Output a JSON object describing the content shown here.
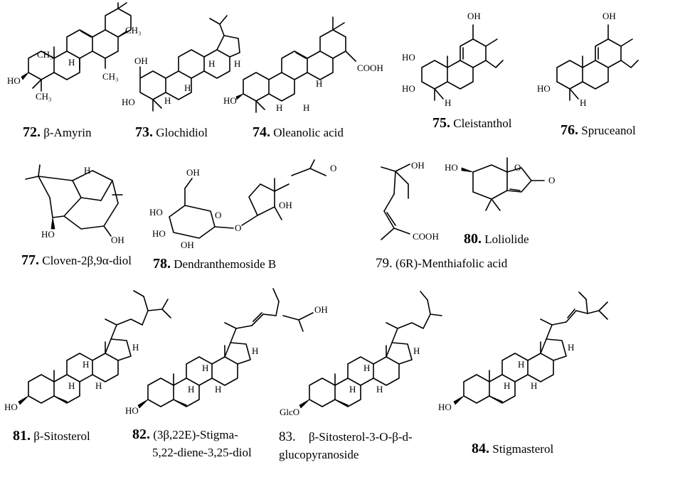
{
  "compounds": [
    {
      "num": "72.",
      "name": "β-Amyrin",
      "atoms": [
        "CH₃",
        "CH₃",
        "H",
        "CH₃",
        "HO",
        "CH₃"
      ]
    },
    {
      "num": "73.",
      "name": "Glochidiol",
      "atoms": [
        "OH",
        "H",
        "H",
        "HO",
        "H",
        "H"
      ]
    },
    {
      "num": "74.",
      "name": "Oleanolic acid",
      "atoms": [
        "COOH",
        "H",
        "HO",
        "H",
        "H"
      ]
    },
    {
      "num": "75.",
      "name": "Cleistanthol",
      "atoms": [
        "OH",
        "HO",
        "HO",
        "H"
      ]
    },
    {
      "num": "76.",
      "name": "Spruceanol",
      "atoms": [
        "OH",
        "HO",
        "H"
      ]
    },
    {
      "num": "77.",
      "name": "Cloven-2β,9α-diol",
      "atoms": [
        "H",
        "HO",
        "OH"
      ]
    },
    {
      "num": "78.",
      "name": "Dendranthemoside B",
      "atoms": [
        "OH",
        "HO",
        "HO",
        "OH",
        "O",
        "O",
        "OH",
        "O"
      ]
    },
    {
      "num": "79.",
      "name": "(6R)-Menthiafolic acid",
      "atoms": [
        "OH",
        "COOH"
      ]
    },
    {
      "num": "80.",
      "name": "Loliolide",
      "atoms": [
        "HO",
        "O",
        "O"
      ]
    },
    {
      "num": "81.",
      "name": "β-Sitosterol",
      "atoms": [
        "H",
        "H",
        "H",
        "HO",
        "H"
      ]
    },
    {
      "num": "82.",
      "name": "(3β,22E)-Stigma-5,22-diene-3,25-diol",
      "name_line1": "(3β,22E)-Stigma-",
      "name_line2": "5,22-diene-3,25-diol",
      "atoms": [
        "H",
        "OH",
        "H",
        "H",
        "HO",
        "H"
      ]
    },
    {
      "num": "83.",
      "name": "β-Sitosterol-3-O-β-d-glucopyranoside",
      "name_line1": "β-Sitosterol-3-O-β-d-",
      "name_line2": "glucopyranoside",
      "atoms": [
        "H",
        "H",
        "H",
        "GlcO",
        "H"
      ]
    },
    {
      "num": "84.",
      "name": "Stigmasterol",
      "atoms": [
        "H",
        "H",
        "H",
        "HO",
        "H"
      ]
    }
  ]
}
